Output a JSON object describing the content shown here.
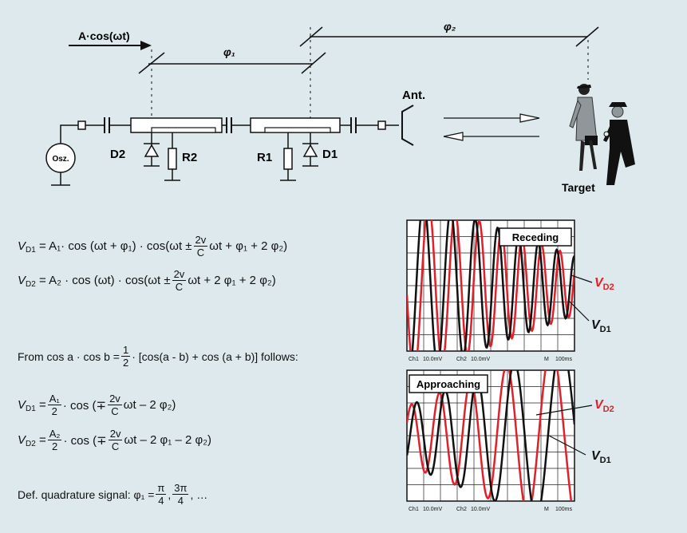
{
  "circuit": {
    "input_signal": "A·cos(ωt)",
    "phi1": "φ₁",
    "phi2": "φ₂",
    "antenna": "Ant.",
    "oscillator": "Osz.",
    "d1": "D1",
    "d2": "D2",
    "r1": "R1",
    "r2": "R2",
    "target": "Target"
  },
  "equations": {
    "vd1_lhs": "V",
    "vd1_lhs_sub": "D1",
    "vd2_lhs": "V",
    "vd2_lhs_sub": "D2",
    "eq1_mid": "= A₁· cos (ωt + φ₁) · cos(ωt ±",
    "eq1_frac_num": "2v",
    "eq1_frac_den": "C",
    "eq1_tail": "ωt + φ₁ + 2 φ₂)",
    "eq2_mid": "= A₂ · cos (ωt) · cos(ωt ±",
    "eq2_frac_num": "2v",
    "eq2_frac_den": "C",
    "eq2_tail": "ωt + 2 φ₁ + 2 φ₂)",
    "identity_pre": "From cos a · cos b =",
    "identity_frac_num": "1",
    "identity_frac_den": "2",
    "identity_post": "· [cos(a - b) + cos (a + b)] follows:",
    "eq3_pre": "=",
    "eq3_frac1_num": "A₁",
    "eq3_frac1_den": "2",
    "eq3_mid": "· cos (∓",
    "eq3_frac2_num": "2v",
    "eq3_frac2_den": "C",
    "eq3_tail": "ωt – 2 φ₂)",
    "eq4_pre": "=",
    "eq4_frac1_num": "A₂",
    "eq4_frac1_den": "2",
    "eq4_mid": "· cos (∓",
    "eq4_frac2_num": "2v",
    "eq4_frac2_den": "C",
    "eq4_tail": "ωt – 2 φ₁ – 2 φ₂)",
    "quad_pre": "Def. quadrature signal: φ₁ =",
    "quad_frac1_num": "π",
    "quad_frac1_den": "4",
    "quad_sep": ",",
    "quad_frac2_num": "3π",
    "quad_frac2_den": "4",
    "quad_tail": ", …"
  },
  "scope_top": {
    "label": "Receding",
    "footer": [
      "Ch1",
      "10.0mV",
      "Ch2",
      "10.0mV",
      "M",
      "100ms"
    ]
  },
  "scope_bottom": {
    "label": "Approaching",
    "footer": [
      "Ch1",
      "10.0mV",
      "Ch2",
      "10.0mV",
      "M",
      "100ms"
    ]
  },
  "legend": {
    "vd2": "V",
    "vd2_sub": "D2",
    "vd1": "V",
    "vd1_sub": "D1"
  },
  "colors": {
    "background": "#dde9ec",
    "trace_d1": "#111111",
    "trace_d2": "#e0202a"
  }
}
